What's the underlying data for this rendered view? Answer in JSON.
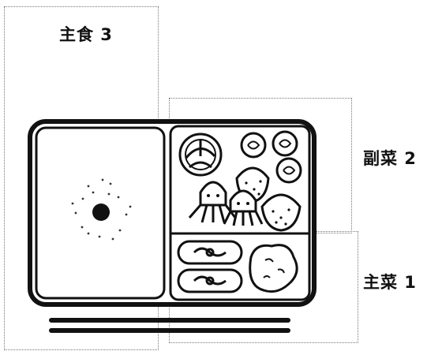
{
  "labels": {
    "staple": "主食 3",
    "side": "副菜 2",
    "main": "主菜 1"
  },
  "icons": {
    "box": "bento-box-icon",
    "rice": "rice-with-umeboshi-icon",
    "cabbage": "cabbage-icon",
    "broccoli": "broccoli-icon",
    "octopus_sausage": "octopus-sausage-icon",
    "strawberry": "strawberry-icon",
    "kamaboko": "narutomaki-icon",
    "karaage": "fried-chicken-icon",
    "chopsticks": "chopsticks-icon"
  },
  "colors": {
    "line": "#111111",
    "frame": "#888888",
    "background": "#ffffff"
  }
}
